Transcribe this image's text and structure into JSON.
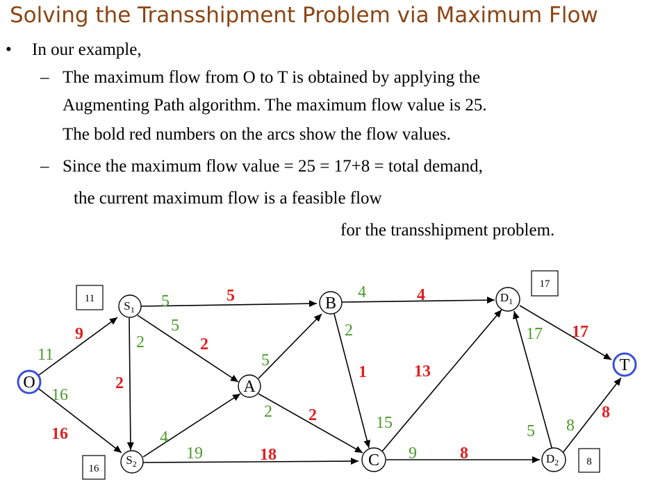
{
  "title": "Solving the Transshipment Problem via Maximum Flow",
  "text": {
    "bullet_glyph": "•",
    "intro": "In our example,",
    "dash1": "–",
    "p1_line1": "The maximum flow from O to T is obtained by applying the",
    "p1_line2": "Augmenting Path algorithm. The maximum flow value is 25.",
    "p1_line3": "The bold red numbers on the arcs show the flow values.",
    "dash2": "–",
    "p2_line1": "Since the maximum flow value = 25 = 17+8 = total demand,",
    "p2_line2": "the current maximum flow is a feasible flow",
    "p2_line3": "for the transshipment problem."
  },
  "nodes": {
    "O": "O",
    "S1": {
      "main": "S",
      "sub": "1"
    },
    "S2": {
      "main": "S",
      "sub": "2"
    },
    "A": "A",
    "B": "B",
    "C": "C",
    "D1": {
      "main": "D",
      "sub": "1"
    },
    "D2": {
      "main": "D",
      "sub": "2"
    },
    "T": "T"
  },
  "boxes": {
    "supply_S1": "11",
    "supply_S2": "16",
    "demand_D1": "17",
    "demand_D2": "8"
  },
  "arcs": {
    "O_S1": {
      "cap": "11",
      "flow": "9"
    },
    "O_S2": {
      "cap": "16",
      "flow": "16"
    },
    "S1_B": {
      "cap": "5",
      "flow": "5"
    },
    "S1_A": {
      "cap": "5",
      "flow": "2"
    },
    "S1_S2": {
      "cap": "2",
      "flow": "2"
    },
    "S2_A": {
      "cap": "4"
    },
    "S2_C": {
      "cap": "19",
      "flow": "18"
    },
    "A_B": {
      "cap": "5"
    },
    "A_C": {
      "cap": "2",
      "flow": "2"
    },
    "B_D1": {
      "cap": "4",
      "flow": "4"
    },
    "B_C": {
      "cap": "2",
      "flow": "1"
    },
    "C_D1": {
      "cap": "15",
      "flow": "13"
    },
    "C_D2": {
      "cap": "9",
      "flow": "8"
    },
    "D2_D1": {
      "cap": "5"
    },
    "D1_T": {
      "cap": "17",
      "flow": "17"
    },
    "D2_T": {
      "cap": "8",
      "flow": "8"
    }
  },
  "colors": {
    "title": "#8b4513",
    "capacity": "#4a9a2a",
    "flow": "#e02020",
    "source_ring": "#3a4fd6",
    "sink_ring": "#3a4fd6"
  }
}
